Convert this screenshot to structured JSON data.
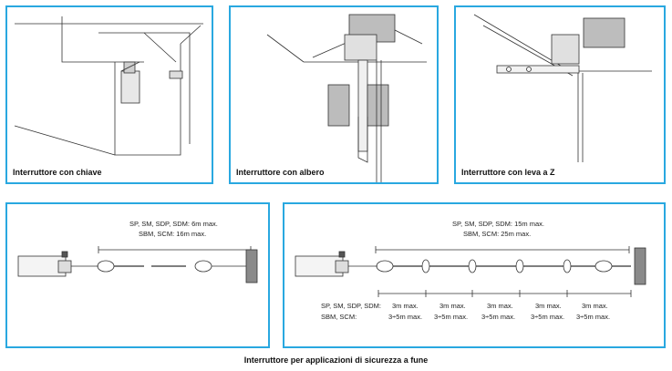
{
  "colors": {
    "frame": "#29a8e0",
    "line": "#333333",
    "wall": "#8a8a8a"
  },
  "panels": [
    {
      "caption": "Interruttore con chiave",
      "icon": "key-switch-icon"
    },
    {
      "caption": "Interruttore con albero",
      "icon": "shaft-switch-icon"
    },
    {
      "caption": "Interruttore con leva a Z",
      "icon": "z-lever-switch-icon"
    }
  ],
  "rope_short": {
    "spec_line1": "SP, SM, SDP, SDM: 6m max.",
    "spec_line2": "SBM, SCM: 16m max."
  },
  "rope_long": {
    "spec_line1": "SP, SM, SDP, SDM: 15m max.",
    "spec_line2": "SBM, SCM: 25m max.",
    "row_label1": "SP, SM, SDP, SDM:",
    "row_label2": "SBM, SCM:",
    "segments": [
      {
        "max": "3m max.",
        "range": "3÷5m max."
      },
      {
        "max": "3m max.",
        "range": "3÷5m max."
      },
      {
        "max": "3m max.",
        "range": "3÷5m max."
      },
      {
        "max": "3m max.",
        "range": "3÷5m max."
      },
      {
        "max": "3m max.",
        "range": "3÷5m max."
      }
    ]
  },
  "footer_title": "Interruttore per applicazioni di sicurezza a fune"
}
